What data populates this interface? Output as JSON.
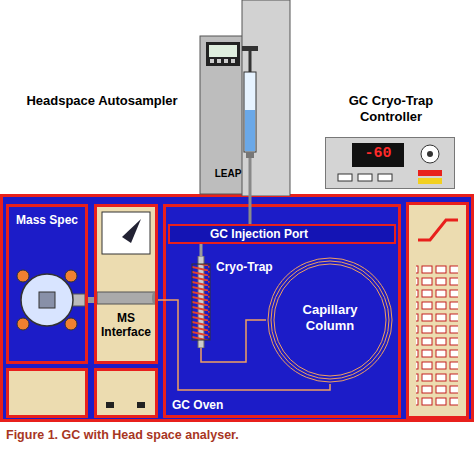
{
  "diagram": {
    "caption": "Figure 1. GC with Head space analyser.",
    "nodes": [
      {
        "text": [
          "Headspace Autosampler",
          "LEAP"
        ]
      },
      {
        "text": [
          "GC Cryo-Trap Controller",
          "-60"
        ]
      },
      {
        "text": [
          "GC Oven"
        ]
      },
      {
        "text": [
          "GC Injection Port"
        ],
        "in": 2
      },
      {
        "text": [
          "Cryo-Trap"
        ],
        "in": 2
      },
      {
        "text": [
          "Capillary Column"
        ],
        "in": 2
      },
      {
        "text": [
          "MS Interface"
        ]
      },
      {
        "text": [
          "Mass Spec"
        ]
      }
    ],
    "edges": [
      {
        "from": 0,
        "to": 3,
        "arrow": "none"
      },
      {
        "from": 3,
        "to": 4,
        "arrow": "none"
      },
      {
        "from": 4,
        "to": 5,
        "arrow": "none"
      },
      {
        "from": 5,
        "to": 6,
        "arrow": "none"
      },
      {
        "from": 6,
        "to": 7,
        "arrow": "none"
      }
    ]
  }
}
